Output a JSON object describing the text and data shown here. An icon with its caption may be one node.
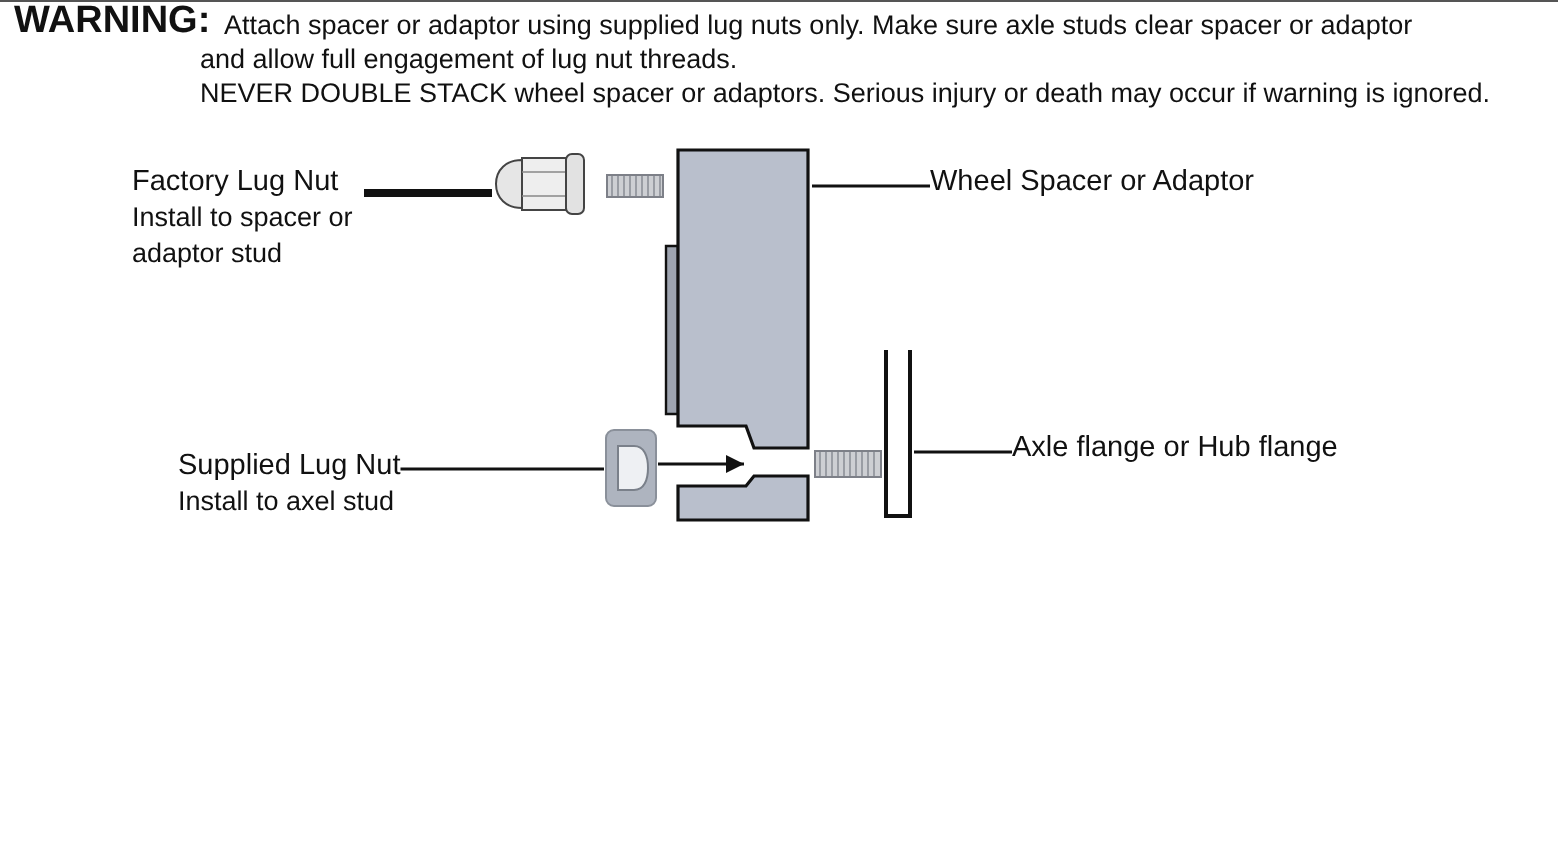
{
  "diagram": {
    "nodes": [
      {
        "text": [
          "Factory Lug Nut",
          "Install to spacer or adaptor stud"
        ]
      },
      {
        "text": [],
        "shape": "picture"
      },
      {
        "text": [
          "Wheel Spacer or Adaptor"
        ]
      },
      {
        "text": [],
        "shape": "box"
      },
      {
        "text": [
          "Supplied Lug Nut",
          "Install to axel stud"
        ]
      },
      {
        "text": [],
        "shape": "picture"
      },
      {
        "text": [
          "Axle flange or Hub flange"
        ]
      },
      {
        "text": [],
        "shape": "picture"
      }
    ],
    "edges": [
      {
        "from": 0,
        "to": 1,
        "arrow": "none",
        "style": "thick"
      },
      {
        "from": 2,
        "to": 3,
        "arrow": "none"
      },
      {
        "from": 4,
        "to": 5,
        "arrow": "none"
      },
      {
        "from": 5,
        "to": 3,
        "arrow": "to"
      },
      {
        "from": 6,
        "to": 7,
        "arrow": "none"
      }
    ],
    "labels": [
      "WARNING:",
      "Attach spacer or adaptor using supplied lug nuts only. Make sure axle studs clear spacer or adaptor and allow full engagement of lug nut threads.",
      "NEVER DOUBLE STACK wheel spacer or adaptors. Serious injury or death may occur if warning is ignored."
    ]
  }
}
